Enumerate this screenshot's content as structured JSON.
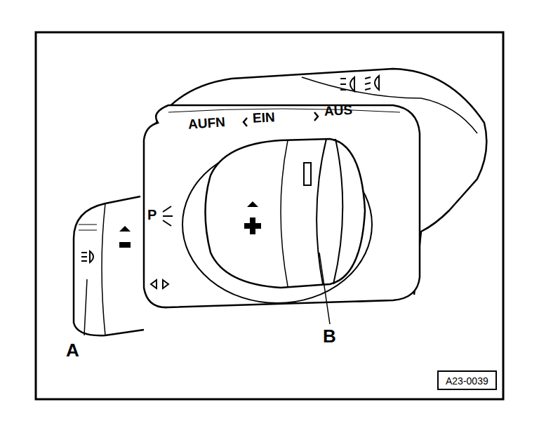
{
  "diagram": {
    "nodes": [
      {
        "text": [
          "A23-0039"
        ]
      }
    ],
    "labels": [
      "AUFN",
      "EIN",
      "AUS",
      "P",
      "A",
      "B"
    ]
  }
}
